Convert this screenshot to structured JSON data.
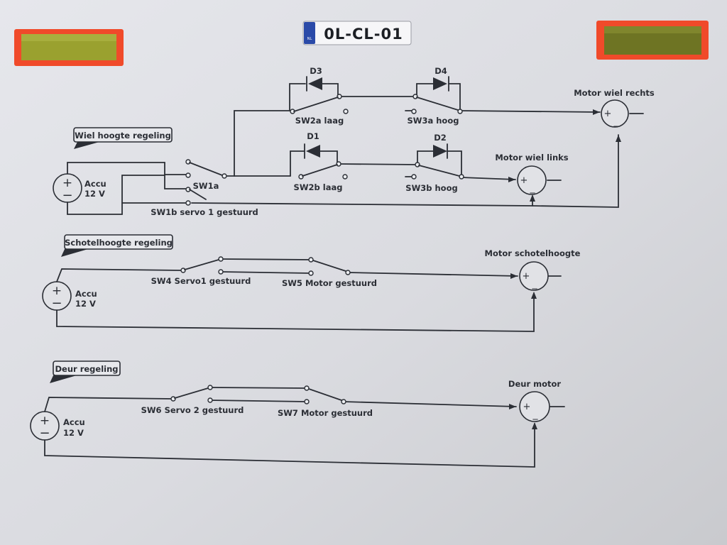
{
  "plate": {
    "country": "NL",
    "text": "0L-CL-01"
  },
  "sections": {
    "wheel": {
      "title": "Wiel hoogte regeling",
      "source": {
        "name": "Accu",
        "voltage": "12 V"
      },
      "switches": {
        "sw1a": "SW1a",
        "sw1b": "SW1b servo 1 gestuurd",
        "sw2a": "SW2a laag",
        "sw2b": "SW2b laag",
        "sw3a": "SW3a hoog",
        "sw3b": "SW3b hoog"
      },
      "diodes": {
        "d1": "D1",
        "d2": "D2",
        "d3": "D3",
        "d4": "D4"
      },
      "motors": {
        "right": "Motor wiel rechts",
        "left": "Motor wiel links"
      }
    },
    "dish": {
      "title": "Schotelhoogte regeling",
      "source": {
        "name": "Accu",
        "voltage": "12 V"
      },
      "switches": {
        "sw4": "SW4 Servo1 gestuurd",
        "sw5": "SW5 Motor gestuurd"
      },
      "motor": "Motor schotelhoogte"
    },
    "door": {
      "title": "Deur regeling",
      "source": {
        "name": "Accu",
        "voltage": "12 V"
      },
      "switches": {
        "sw6": "SW6 Servo 2 gestuurd",
        "sw7": "SW7 Motor gestuurd"
      },
      "motor": "Deur motor"
    }
  },
  "colors": {
    "paper": "#dcdde2",
    "ink": "#2b2e35",
    "reflector_frame": "#f04a2a",
    "reflector_center": "#9aa12f",
    "plate_blue": "#2a4aa8"
  }
}
